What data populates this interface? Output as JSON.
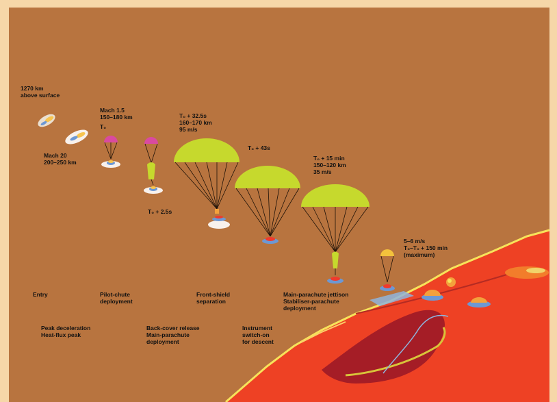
{
  "colors": {
    "border": "#f6d7a8",
    "sky": "#b8743f",
    "surface": "#ee4124",
    "canopy": "#c6d92d",
    "pilot_chute": "#d94aa0",
    "lines": "#1e1208",
    "heat_flash": "#9fd6ef"
  },
  "altitude_labels": {
    "a1": "1270 km\nabove surface",
    "a2": "Mach 1.5\n150–180 km",
    "a2_t0": "T₀",
    "a3": "Mach 20\n200–250 km",
    "a4": "T₀ + 32.5s\n160–170 km\n95 m/s",
    "a5": "T₀ + 43s",
    "a6": "T₀ + 15 min\n150–120 km\n35 m/s",
    "a7": "T₀ + 2.5s",
    "a8": "5–6 m/s\nT₀–T₀ + 150 min\n(maximum)"
  },
  "event_labels": {
    "entry": "Entry",
    "pilot": "Pilot-chute\ndeployment",
    "front": "Front-shield\nseparation",
    "main": "Main-parachute jettison\nStabiliser-parachute\ndeployment",
    "peak": "Peak deceleration\nHeat-flux peak",
    "back": "Back-cover release\nMain-parachute\ndeployment",
    "instr": "Instrument\nswitch-on\nfor descent"
  },
  "icons": [
    "probe-icon",
    "parachute-icon",
    "pilot-chute-icon",
    "heat-shield-icon",
    "landing-terrain-icon"
  ]
}
